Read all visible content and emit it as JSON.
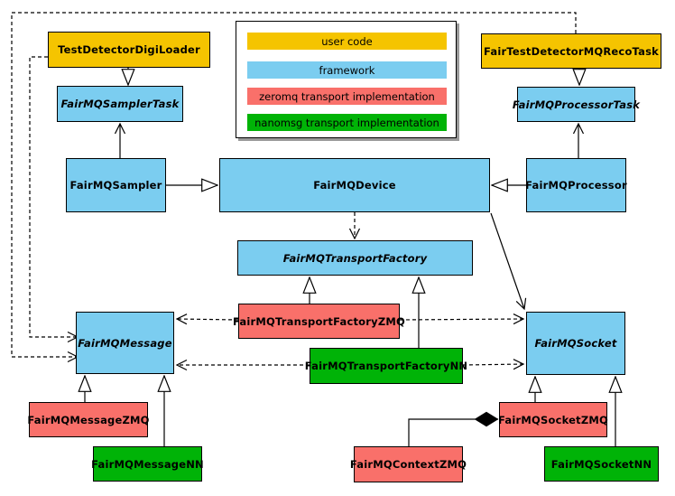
{
  "colors": {
    "user_code": "#F5C400",
    "framework": "#7BCDF0",
    "zeromq": "#F9706A",
    "nanomsg": "#00B307"
  },
  "legend": {
    "items": [
      {
        "label": "user code",
        "color_key": "user_code"
      },
      {
        "label": "framework",
        "color_key": "framework"
      },
      {
        "label": "zeromq transport implementation",
        "color_key": "zeromq"
      },
      {
        "label": "nanomsg transport implementation",
        "color_key": "nanomsg"
      }
    ]
  },
  "nodes": {
    "digiloader": {
      "label": "TestDetectorDigiLoader",
      "category": "user_code",
      "abstract": false
    },
    "recotask": {
      "label": "FairTestDetectorMQRecoTask",
      "category": "user_code",
      "abstract": false
    },
    "samplertask": {
      "label": "FairMQSamplerTask",
      "category": "framework",
      "abstract": true
    },
    "processortask": {
      "label": "FairMQProcessorTask",
      "category": "framework",
      "abstract": true
    },
    "sampler": {
      "label": "FairMQSampler",
      "category": "framework",
      "abstract": false
    },
    "device": {
      "label": "FairMQDevice",
      "category": "framework",
      "abstract": false
    },
    "processor": {
      "label": "FairMQProcessor",
      "category": "framework",
      "abstract": false
    },
    "factory": {
      "label": "FairMQTransportFactory",
      "category": "framework",
      "abstract": true
    },
    "factoryzmq": {
      "label": "FairMQTransportFactoryZMQ",
      "category": "zeromq",
      "abstract": false
    },
    "factorynn": {
      "label": "FairMQTransportFactoryNN",
      "category": "nanomsg",
      "abstract": false
    },
    "message": {
      "label": "FairMQMessage",
      "category": "framework",
      "abstract": true
    },
    "socket": {
      "label": "FairMQSocket",
      "category": "framework",
      "abstract": true
    },
    "messagezmq": {
      "label": "FairMQMessageZMQ",
      "category": "zeromq",
      "abstract": false
    },
    "messagenn": {
      "label": "FairMQMessageNN",
      "category": "nanomsg",
      "abstract": false
    },
    "socketzmq": {
      "label": "FairMQSocketZMQ",
      "category": "zeromq",
      "abstract": false
    },
    "socketnn": {
      "label": "FairMQSocketNN",
      "category": "nanomsg",
      "abstract": false
    },
    "contextzmq": {
      "label": "FairMQContextZMQ",
      "category": "zeromq",
      "abstract": false
    }
  },
  "edges": [
    {
      "from": "TestDetectorDigiLoader",
      "to": "FairMQSamplerTask",
      "type": "inheritance"
    },
    {
      "from": "FairTestDetectorMQRecoTask",
      "to": "FairMQProcessorTask",
      "type": "inheritance"
    },
    {
      "from": "FairMQSampler",
      "to": "FairMQDevice",
      "type": "inheritance"
    },
    {
      "from": "FairMQProcessor",
      "to": "FairMQDevice",
      "type": "inheritance"
    },
    {
      "from": "FairMQSampler",
      "to": "FairMQSamplerTask",
      "type": "association"
    },
    {
      "from": "FairMQProcessor",
      "to": "FairMQProcessorTask",
      "type": "association"
    },
    {
      "from": "FairMQDevice",
      "to": "FairMQTransportFactory",
      "type": "dependency"
    },
    {
      "from": "FairMQDevice",
      "to": "FairMQSocket",
      "type": "association"
    },
    {
      "from": "FairMQTransportFactoryZMQ",
      "to": "FairMQTransportFactory",
      "type": "inheritance"
    },
    {
      "from": "FairMQTransportFactoryNN",
      "to": "FairMQTransportFactory",
      "type": "inheritance"
    },
    {
      "from": "FairMQTransportFactoryZMQ",
      "to": "FairMQMessage",
      "type": "dependency"
    },
    {
      "from": "FairMQTransportFactoryZMQ",
      "to": "FairMQSocket",
      "type": "dependency"
    },
    {
      "from": "FairMQTransportFactoryNN",
      "to": "FairMQMessage",
      "type": "dependency"
    },
    {
      "from": "FairMQTransportFactoryNN",
      "to": "FairMQSocket",
      "type": "dependency"
    },
    {
      "from": "FairTestDetectorMQRecoTask",
      "to": "FairMQMessage",
      "type": "dependency"
    },
    {
      "from": "TestDetectorDigiLoader",
      "to": "FairMQMessage",
      "type": "dependency"
    },
    {
      "from": "FairMQMessageZMQ",
      "to": "FairMQMessage",
      "type": "inheritance"
    },
    {
      "from": "FairMQMessageNN",
      "to": "FairMQMessage",
      "type": "inheritance"
    },
    {
      "from": "FairMQSocketZMQ",
      "to": "FairMQSocket",
      "type": "inheritance"
    },
    {
      "from": "FairMQSocketNN",
      "to": "FairMQSocket",
      "type": "inheritance"
    },
    {
      "from": "FairMQContextZMQ",
      "to": "FairMQSocketZMQ",
      "type": "composition"
    }
  ]
}
